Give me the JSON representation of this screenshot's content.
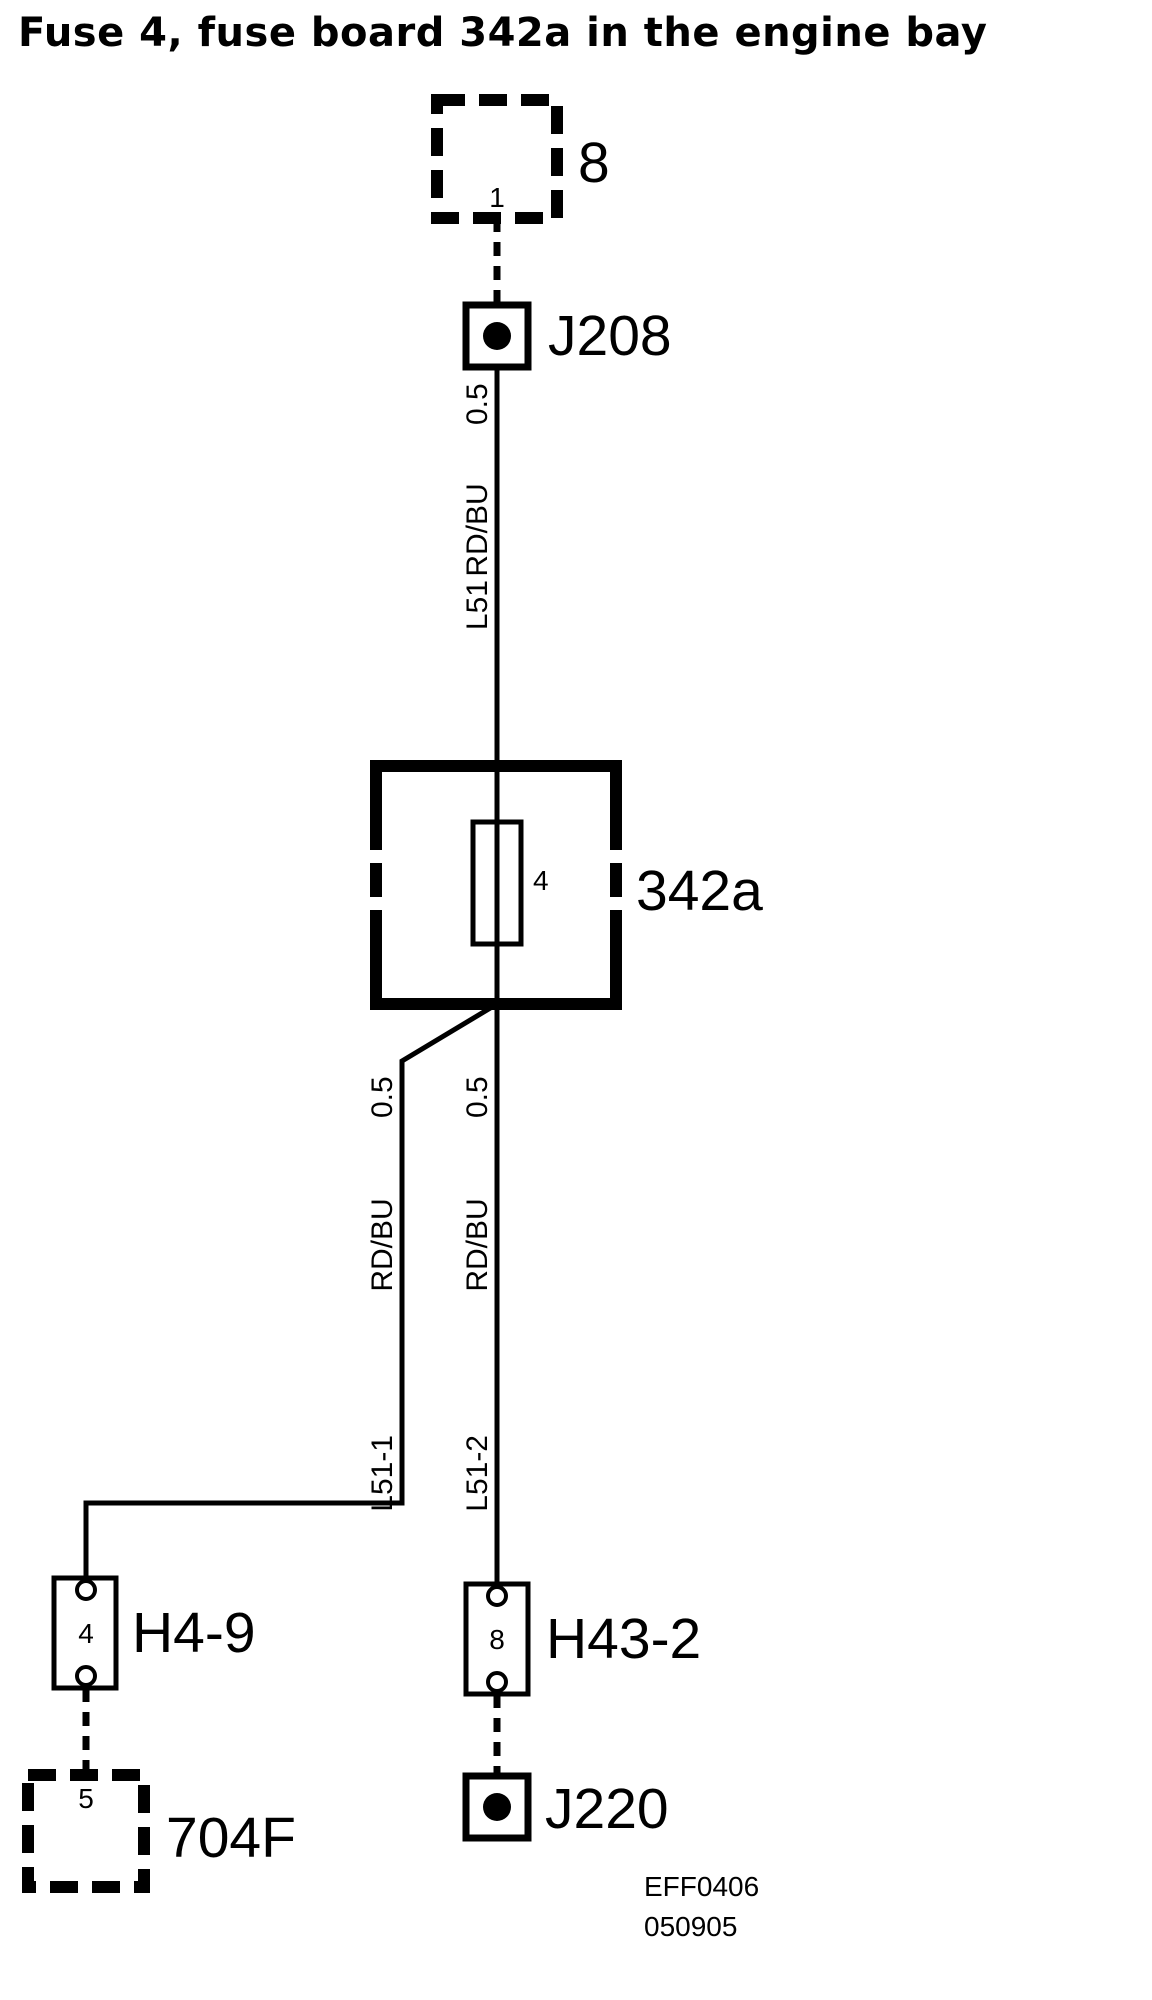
{
  "title": "Fuse 4, fuse board 342a in the engine bay",
  "components": {
    "conn_8": {
      "label": "8",
      "pin": "1"
    },
    "j208": {
      "label": "J208"
    },
    "fuse_board": {
      "label": "342a",
      "fuse_number": "4"
    },
    "h4_9": {
      "label": "H4-9",
      "pin": "4"
    },
    "h43_2": {
      "label": "H43-2",
      "pin": "8"
    },
    "conn_704f": {
      "label": "704F",
      "pin": "5"
    },
    "j220": {
      "label": "J220"
    }
  },
  "wires": {
    "l51": {
      "id": "L51",
      "color": "RD/BU",
      "size": "0.5"
    },
    "l51_1": {
      "id": "L51-1",
      "color": "RD/BU",
      "size": "0.5"
    },
    "l51_2": {
      "id": "L51-2",
      "color": "RD/BU",
      "size": "0.5"
    }
  },
  "drawing_code": {
    "line1": "EFF0406",
    "line2": "050905"
  }
}
